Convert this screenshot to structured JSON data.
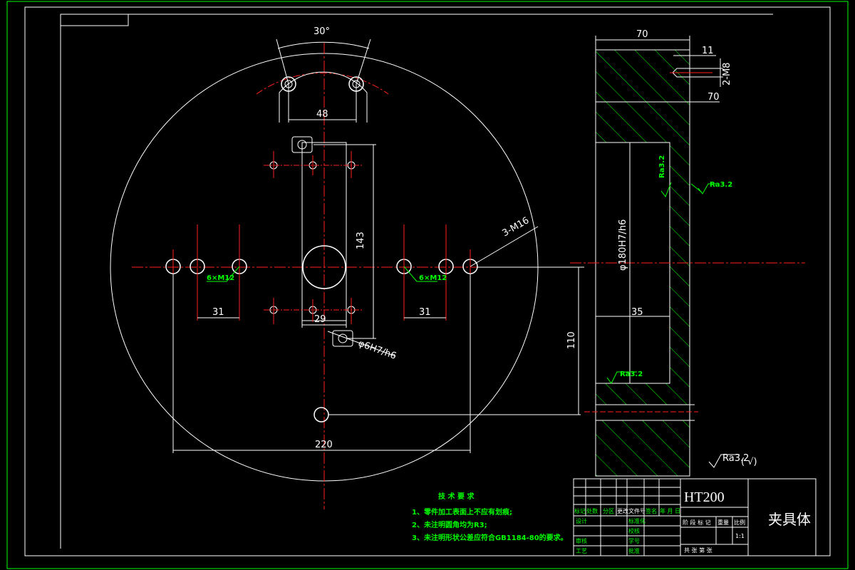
{
  "colors": {
    "background": "#000000",
    "geometry": "#ffffff",
    "centerline": "#ff2020",
    "annotation": "#00ff00"
  },
  "dimensions": {
    "angle_30": "30°",
    "width_48": "48",
    "height_143": "143",
    "thread_3m16": "3-M16",
    "width_29": "29",
    "pin_6h7h6": "φ6H7/h6",
    "left_31": "31",
    "right_31": "31",
    "height_110": "110",
    "width_220": "220",
    "side_top_70": "70",
    "side_11": "11",
    "side_2m8": "2-M8",
    "side_70b": "70",
    "side_bore": "φ180H7/h6",
    "side_35": "35",
    "small_label_left": "6×M12",
    "small_label_right": "6×M12"
  },
  "roughness": {
    "mark_a": "Ra3.2",
    "mark_b": "Ra3.2",
    "mark_c": "Ra3.2",
    "mark_main": "Ra3.2",
    "mark_main_suffix": "( √)"
  },
  "tech_requirements": {
    "title": "技 术 要 求",
    "items": [
      "1、零件加工表面上不应有划痕;",
      "2、未注明圆角均为R3;",
      "3、未注明形状公差应符合GB1184-80的要求。"
    ]
  },
  "title_block": {
    "material": "HT200",
    "part_name": "夹具体",
    "revision_headers": [
      "标记",
      "处数",
      "分区",
      "更改文件号",
      "签名",
      "年 月 日"
    ],
    "row_labels": [
      "设计",
      "标准化",
      "审核",
      "工艺"
    ],
    "right_labels": [
      "校核",
      "学号",
      "批准"
    ],
    "stage_headers": [
      "阶 段 标 记",
      "重量",
      "比例"
    ],
    "scale": "1:1",
    "sheet_text": "共    张    第    张"
  }
}
